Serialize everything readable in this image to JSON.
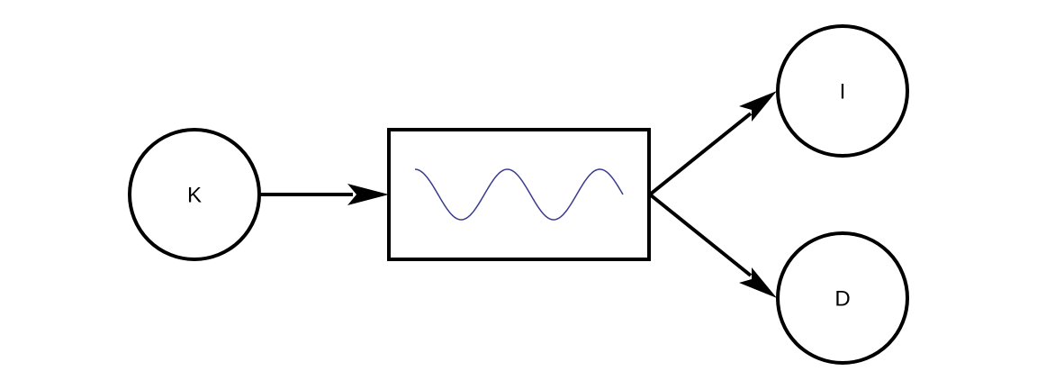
{
  "nodes": {
    "source": {
      "label": "K"
    },
    "top_target": {
      "label": "I"
    },
    "bottom_target": {
      "label": "D"
    }
  },
  "process_box": {
    "icon": "sine-wave-icon"
  },
  "colors": {
    "stroke": "#000000",
    "wave": "#3b3b8f",
    "background": "#ffffff"
  }
}
